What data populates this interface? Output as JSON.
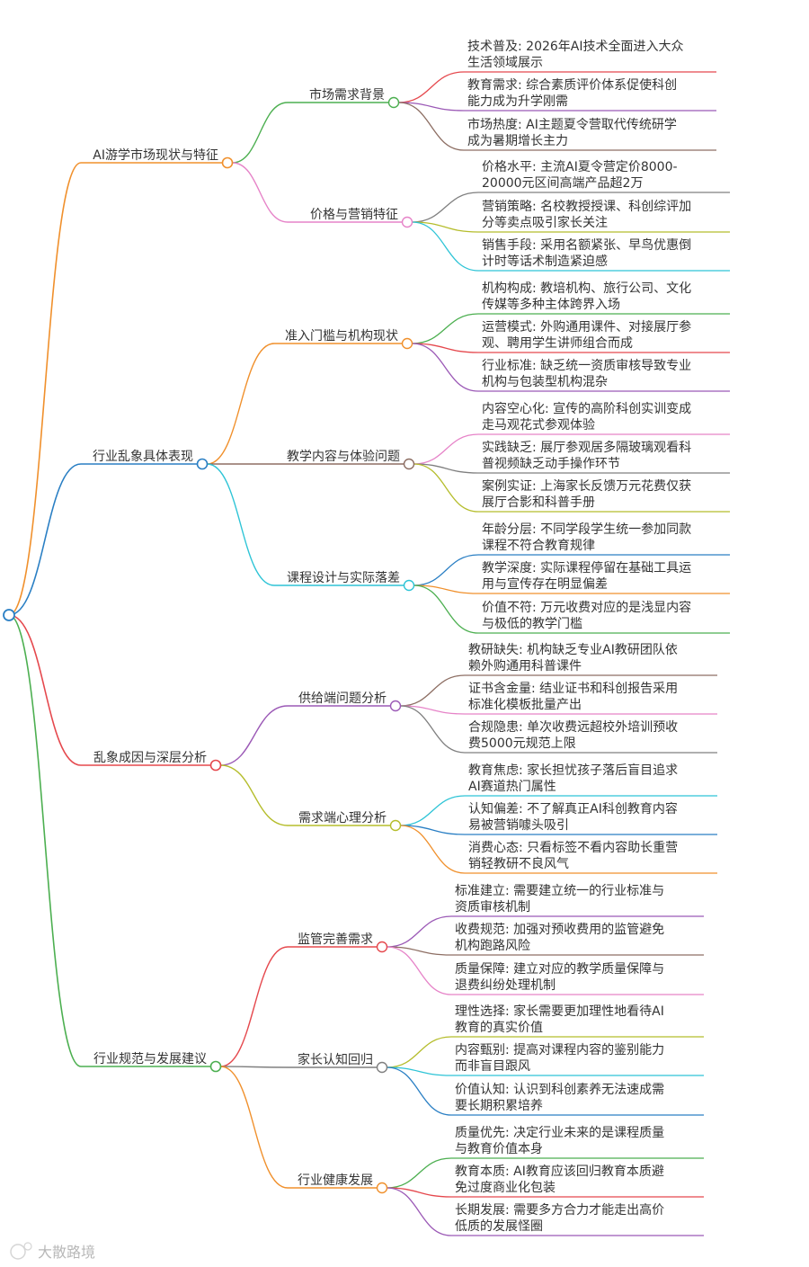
{
  "mindmap": {
    "root": {
      "label": ""
    },
    "branches": [
      {
        "label": "AI游学市场现状与特征",
        "color": "#f0902c",
        "topics": [
          {
            "label": "市场需求背景",
            "color": "#4caf50",
            "leaves": [
              {
                "lines": [
                  "技术普及: 2026年AI技术全面进入大众",
                  "生活领域展示"
                ],
                "color": "#e5484d"
              },
              {
                "lines": [
                  "教育需求: 综合素质评价体系促使科创",
                  "能力成为升学刚需"
                ],
                "color": "#9b59b6"
              },
              {
                "lines": [
                  "市场热度: AI主题夏令营取代传统研学",
                  "成为暑期增长主力"
                ],
                "color": "#8d6e63"
              }
            ]
          },
          {
            "label": "价格与营销特征",
            "color": "#e683c8",
            "leaves": [
              {
                "lines": [
                  "价格水平: 主流AI夏令营定价8000-",
                  "20000元区间高端产品超2万"
                ],
                "color": "#7f7f7f"
              },
              {
                "lines": [
                  "营销策略: 名校教授授课、科创综评加",
                  "分等卖点吸引家长关注"
                ],
                "color": "#b5bd2c"
              },
              {
                "lines": [
                  "销售手段: 采用名额紧张、早鸟优惠倒",
                  "计时等话术制造紧迫感"
                ],
                "color": "#2ec4d6"
              }
            ]
          }
        ]
      },
      {
        "label": "行业乱象具体表现",
        "color": "#2a7fc4",
        "topics": [
          {
            "label": "准入门槛与机构现状",
            "color": "#f0902c",
            "leaves": [
              {
                "lines": [
                  "机构构成: 教培机构、旅行公司、文化",
                  "传媒等多种主体跨界入场"
                ],
                "color": "#4caf50"
              },
              {
                "lines": [
                  "运营模式: 外购通用课件、对接展厅参",
                  "观、聘用学生讲师组合而成"
                ],
                "color": "#e5484d"
              },
              {
                "lines": [
                  "行业标准: 缺乏统一资质审核导致专业",
                  "机构与包装型机构混杂"
                ],
                "color": "#9b59b6"
              }
            ]
          },
          {
            "label": "教学内容与体验问题",
            "color": "#8d6e63",
            "leaves": [
              {
                "lines": [
                  "内容空心化: 宣传的高阶科创实训变成",
                  "走马观花式参观体验"
                ],
                "color": "#e683c8"
              },
              {
                "lines": [
                  "实践缺乏: 展厅参观居多隔玻璃观看科",
                  "普视频缺乏动手操作环节"
                ],
                "color": "#7f7f7f"
              },
              {
                "lines": [
                  "案例实证: 上海家长反馈万元花费仅获",
                  "展厅合影和科普手册"
                ],
                "color": "#b5bd2c"
              }
            ]
          },
          {
            "label": "课程设计与实际落差",
            "color": "#2ec4d6",
            "leaves": [
              {
                "lines": [
                  "年龄分层: 不同学段学生统一参加同款",
                  "课程不符合教育规律"
                ],
                "color": "#2a7fc4"
              },
              {
                "lines": [
                  "教学深度: 实际课程停留在基础工具运",
                  "用与宣传存在明显偏差"
                ],
                "color": "#f0902c"
              },
              {
                "lines": [
                  "价值不符: 万元收费对应的是浅显内容",
                  "与极低的教学门槛"
                ],
                "color": "#4caf50"
              }
            ]
          }
        ]
      },
      {
        "label": "乱象成因与深层分析",
        "color": "#e5484d",
        "topics": [
          {
            "label": "供给端问题分析",
            "color": "#9b59b6",
            "leaves": [
              {
                "lines": [
                  "教研缺失: 机构缺乏专业AI教研团队依",
                  "赖外购通用科普课件"
                ],
                "color": "#8d6e63"
              },
              {
                "lines": [
                  "证书含金量: 结业证书和科创报告采用",
                  "标准化模板批量产出"
                ],
                "color": "#e683c8"
              },
              {
                "lines": [
                  "合规隐患: 单次收费远超校外培训预收",
                  "费5000元规范上限"
                ],
                "color": "#7f7f7f"
              }
            ]
          },
          {
            "label": "需求端心理分析",
            "color": "#b5bd2c",
            "leaves": [
              {
                "lines": [
                  "教育焦虑: 家长担忧孩子落后盲目追求",
                  "AI赛道热门属性"
                ],
                "color": "#2ec4d6"
              },
              {
                "lines": [
                  "认知偏差: 不了解真正AI科创教育内容",
                  "易被营销噱头吸引"
                ],
                "color": "#2a7fc4"
              },
              {
                "lines": [
                  "消费心态: 只看标签不看内容助长重营",
                  "销轻教研不良风气"
                ],
                "color": "#f0902c"
              }
            ]
          }
        ]
      },
      {
        "label": "行业规范与发展建议",
        "color": "#4caf50",
        "topics": [
          {
            "label": "监管完善需求",
            "color": "#e5484d",
            "leaves": [
              {
                "lines": [
                  "标准建立: 需要建立统一的行业标准与",
                  "资质审核机制"
                ],
                "color": "#9b59b6"
              },
              {
                "lines": [
                  "收费规范: 加强对预收费用的监管避免",
                  "机构跑路风险"
                ],
                "color": "#8d6e63"
              },
              {
                "lines": [
                  "质量保障: 建立对应的教学质量保障与",
                  "退费纠纷处理机制"
                ],
                "color": "#e683c8"
              }
            ]
          },
          {
            "label": "家长认知回归",
            "color": "#7f7f7f",
            "leaves": [
              {
                "lines": [
                  "理性选择: 家长需要更加理性地看待AI",
                  "教育的真实价值"
                ],
                "color": "#b5bd2c"
              },
              {
                "lines": [
                  "内容甄别: 提高对课程内容的鉴别能力",
                  "而非盲目跟风"
                ],
                "color": "#2ec4d6"
              },
              {
                "lines": [
                  "价值认知: 认识到科创素养无法速成需",
                  "要长期积累培养"
                ],
                "color": "#2a7fc4"
              }
            ]
          },
          {
            "label": "行业健康发展",
            "color": "#f0902c",
            "leaves": [
              {
                "lines": [
                  "质量优先: 决定行业未来的是课程质量",
                  "与教育价值本身"
                ],
                "color": "#4caf50"
              },
              {
                "lines": [
                  "教育本质: AI教育应该回归教育本质避",
                  "免过度商业化包装"
                ],
                "color": "#e5484d"
              },
              {
                "lines": [
                  "长期发展: 需要多方合力才能走出高价",
                  "低质的发展怪圈"
                ],
                "color": "#9b59b6"
              }
            ]
          }
        ]
      }
    ]
  },
  "watermark": {
    "text": "大散路境"
  },
  "colors": {
    "root_stroke": "#2a7fc4",
    "text": "#333333"
  }
}
